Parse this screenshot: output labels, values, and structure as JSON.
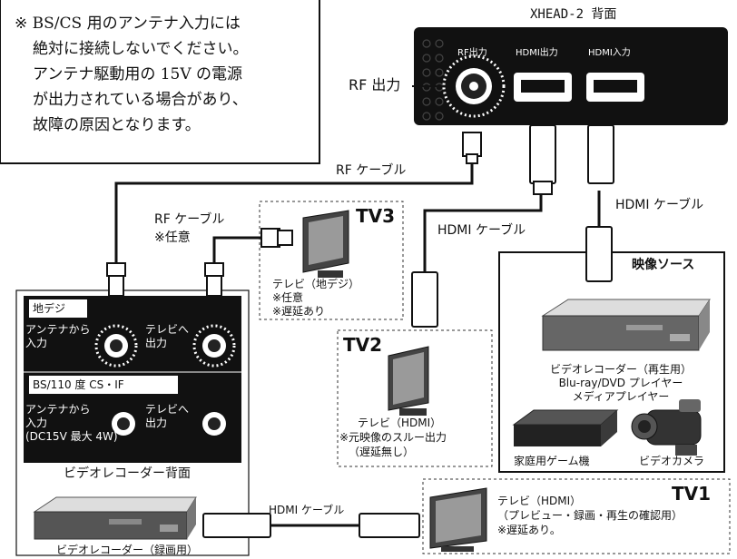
{
  "warning_note": {
    "lines": [
      "※ BS/CS 用のアンテナ入力には",
      "絶対に接続しないでください。",
      "アンテナ駆動用の 15V の電源",
      "が出力されている場合があり、",
      "故障の原因となります。"
    ]
  },
  "xhead": {
    "title": "XHEAD-2 背面",
    "rf_port": "RF出力",
    "hdmi_out_port": "HDMI出力",
    "hdmi_in_port": "HDMI入力",
    "rf_callout": "RF 出力"
  },
  "cables": {
    "rf_main": "RF ケーブル",
    "rf_optional": "RF ケーブル",
    "optional": "※任意",
    "hdmi_tv2": "HDMI ケーブル",
    "hdmi_source": "HDMI ケーブル",
    "hdmi_recorder": "HDMI ケーブル"
  },
  "tv3": {
    "title": "TV3",
    "lines": [
      "テレビ（地デジ）",
      "※任意",
      "※遅延あり"
    ]
  },
  "tv2": {
    "title": "TV2",
    "lines": [
      "テレビ（HDMI）",
      "※元映像のスルー出力",
      "（遅延無し）"
    ]
  },
  "tv1": {
    "title": "TV1",
    "lines": [
      "テレビ（HDMI）",
      "（プレビュー・録画・再生の確認用）",
      "※遅延あり。"
    ]
  },
  "video_source": {
    "title": "映像ソース",
    "recorder_lines": [
      "ビデオレコーダー（再生用）",
      "Blu-ray/DVD プレイヤー",
      "メディアプレイヤー"
    ],
    "game": "家庭用ゲーム機",
    "camera": "ビデオカメラ"
  },
  "recorder_back": {
    "terrestrial_label": "地デジ",
    "antenna_from_1": "アンテナから",
    "antenna_from_2": "入力",
    "to_tv_1": "テレビへ",
    "to_tv_2": "出力",
    "bs_label": "BS/110 度 CS・IF",
    "bs_antenna_1": "アンテナから",
    "bs_antenna_2": "入力",
    "bs_antenna_3": "(DC15V 最大 4W)",
    "bs_tv_1": "テレビへ",
    "bs_tv_2": "出力",
    "caption": "ビデオレコーダー背面",
    "device_caption": "ビデオレコーダー（録画用）"
  }
}
